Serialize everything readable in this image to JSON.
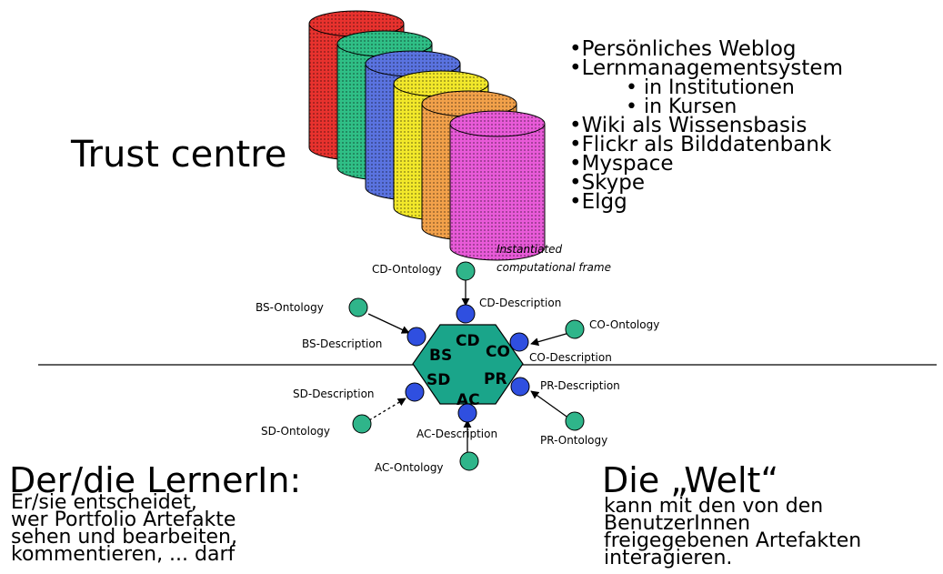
{
  "title": "Trust centre",
  "bullets": [
    {
      "text": "•Persönliches Weblog",
      "sub": false
    },
    {
      "text": "•Lernmanagementsystem",
      "sub": false
    },
    {
      "text": "• in Institutionen",
      "sub": true
    },
    {
      "text": "• in Kursen",
      "sub": true
    },
    {
      "text": "•Wiki als Wissensbasis",
      "sub": false
    },
    {
      "text": "•Flickr als Bilddatenbank",
      "sub": false
    },
    {
      "text": "•Myspace",
      "sub": false
    },
    {
      "text": "•Skype",
      "sub": false
    },
    {
      "text": "•Elgg",
      "sub": false
    }
  ],
  "databases": [
    {
      "color": "#e8322e"
    },
    {
      "color": "#2fbf86"
    },
    {
      "color": "#5a73e0"
    },
    {
      "color": "#f2e82a"
    },
    {
      "color": "#f2a14a"
    },
    {
      "color": "#e85ad8"
    }
  ],
  "frame_label": {
    "line1": "Instantiated",
    "line2": "computational frame"
  },
  "hexagon": {
    "color": "#1aa58a",
    "labels": {
      "cd": "CD",
      "bs": "BS",
      "co": "CO",
      "sd": "SD",
      "pr": "PR",
      "ac": "AC"
    }
  },
  "descriptions": {
    "cd": "CD-Description",
    "bs": "BS-Description",
    "co": "CO-Description",
    "sd": "SD-Description",
    "pr": "PR-Description",
    "ac": "AC-Description"
  },
  "ontologies": {
    "cd": "CD-Ontology",
    "bs": "BS-Ontology",
    "co": "CO-Ontology",
    "sd": "SD-Ontology",
    "pr": "PR-Ontology",
    "ac": "AC-Ontology"
  },
  "colors": {
    "description_node": "#2f4fe0",
    "ontology_node": "#2fb58a"
  },
  "learner": {
    "title": "Der/die LernerIn:",
    "lines": [
      "Er/sie entscheidet,",
      "wer Portfolio Artefakte",
      "sehen und bearbeiten,",
      "kommentieren, ... darf"
    ]
  },
  "world": {
    "title": "Die „Welt“",
    "lines": [
      "kann mit den von den",
      "BenutzerInnen",
      "freigegebenen Artefakten",
      "interagieren."
    ]
  }
}
